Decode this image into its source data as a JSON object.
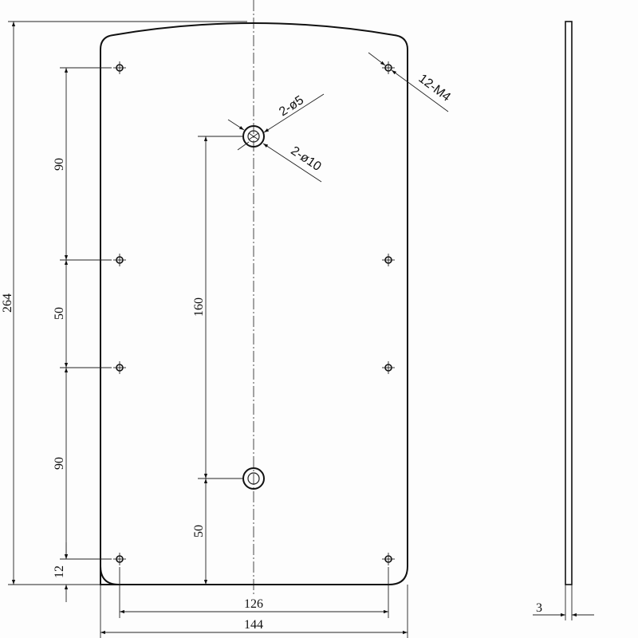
{
  "drawing": {
    "dimensions": {
      "overall_height": "264",
      "left_chain": [
        "90",
        "50",
        "90",
        "12"
      ],
      "center_chain": [
        "160",
        "50"
      ],
      "hole_spacing_width": "126",
      "overall_width": "144",
      "thickness": "3"
    },
    "callouts": {
      "small_center_hole": "2-ø5",
      "large_center_hole": "2-ø10",
      "mount_holes": "12-M4"
    }
  }
}
